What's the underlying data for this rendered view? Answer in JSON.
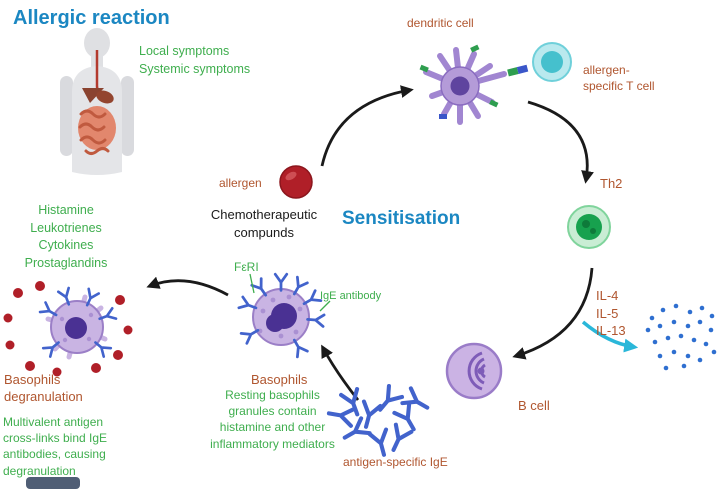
{
  "titles": {
    "allergic_reaction": "Allergic reaction",
    "sensitisation": "Sensitisation"
  },
  "labels": {
    "symptoms": "Local symptoms\nSystemic symptoms",
    "dendritic_cell": "dendritic cell",
    "t_cell": "allergen-\nspecific T cell",
    "th2": "Th2",
    "allergen": "allergen",
    "chemo": "Chemotherapeutic\ncompunds",
    "interleukins": "IL-4\nIL-5\nIL-13",
    "b_cell": "B cell",
    "antigen_ige": "antigen-specific IgE",
    "mediators": "Histamine\nLeukotrienes\nCytokines\nProstaglandins",
    "fceri": "FεRI",
    "ige_antibody": "IgE antibody",
    "basophils": "Basophils",
    "resting_basophils": "Resting basophils\ngranules contain\nhistamine and other\ninflammatory mediators",
    "degranulation": "Basophils\ndegranulation",
    "multivalent": "Multivalent antigen\ncross-links bind IgE\nantibodies, causing\ndegranulation"
  },
  "colors": {
    "title_blue": "#1b87c2",
    "text_green": "#3fae4e",
    "text_brown": "#b0562f",
    "arrow_black": "#1a1a1a",
    "arrow_cyan": "#2ab7d9",
    "cell_purple": "#c9b4e3",
    "nucleus_purple": "#4a3193",
    "allergen_red": "#b01f28",
    "tcell_teal": "#45c0cd",
    "th2_green": "#17a14e",
    "antibody_blue": "#4263cc"
  },
  "icons": {
    "human_body": "human-body-icon",
    "dendritic_cell": "dendritic-cell-icon",
    "t_cell": "t-cell-icon",
    "th2_cell": "th2-cell-icon",
    "allergen_sphere": "allergen-icon",
    "b_cell": "b-cell-icon",
    "basophil": "basophil-icon",
    "degranulating_basophil": "degranulating-basophil-icon",
    "ige_antibodies": "ige-antibody-cluster-icon",
    "mediator_dots": "scattered-mediator-dots",
    "watermark": "watermark-logo"
  }
}
